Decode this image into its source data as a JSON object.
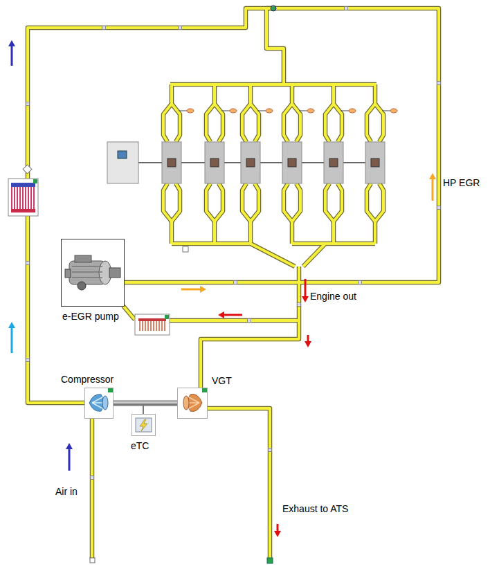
{
  "diagram": {
    "nodes": [
      {
        "text": [
          "Compressor"
        ]
      },
      {
        "text": [
          "eTC"
        ]
      },
      {
        "text": [
          "VGT"
        ]
      },
      {
        "text": [
          "e-EGR pump"
        ]
      }
    ],
    "edges": [
      {
        "from": 0,
        "to": 2,
        "arrow": "none"
      }
    ],
    "labels": [
      "HP EGR",
      "Engine out",
      "Air in",
      "Exhaust to ATS"
    ]
  }
}
